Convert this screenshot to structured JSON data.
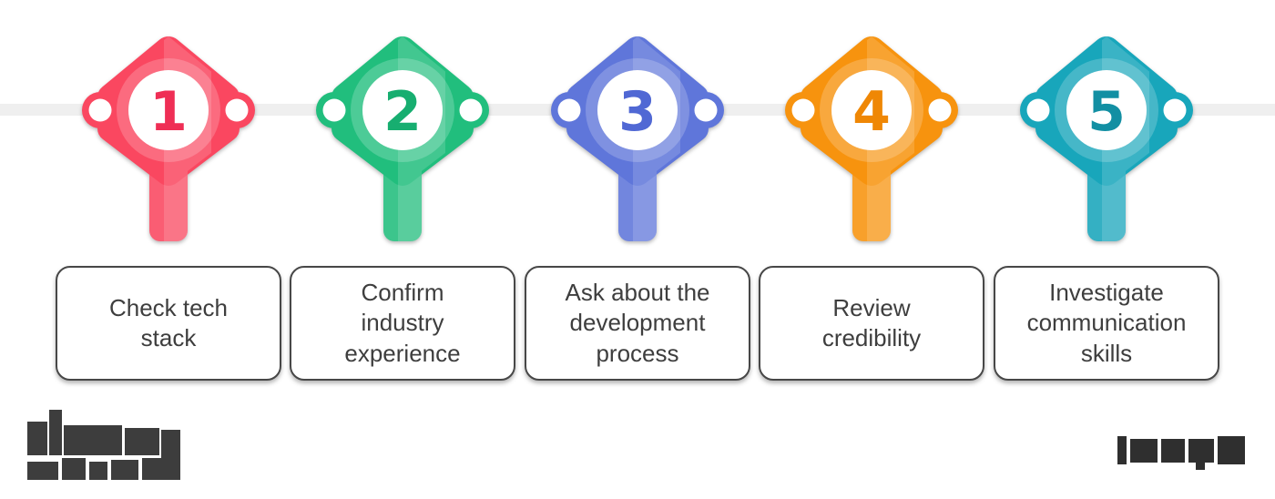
{
  "steps": [
    {
      "number": "1",
      "label": "Check tech stack",
      "color": "#FA4760",
      "number_color": "#EF2E55"
    },
    {
      "number": "2",
      "label": "Confirm industry experience",
      "color": "#21BE7D",
      "number_color": "#17AE70"
    },
    {
      "number": "3",
      "label": "Ask about the development process",
      "color": "#5F76DA",
      "number_color": "#5068D4"
    },
    {
      "number": "4",
      "label": "Review credibility",
      "color": "#F7930E",
      "number_color": "#EF8705"
    },
    {
      "number": "5",
      "label": "Investigate communication skills",
      "color": "#18A6BB",
      "number_color": "#128FA3"
    }
  ],
  "timeline": {
    "line_color": "#EFEFEF",
    "dot_color": "#FFFFFF"
  },
  "watermarks": {
    "bottom_left": "pixelated-logo",
    "bottom_right": "pixelated-text"
  }
}
